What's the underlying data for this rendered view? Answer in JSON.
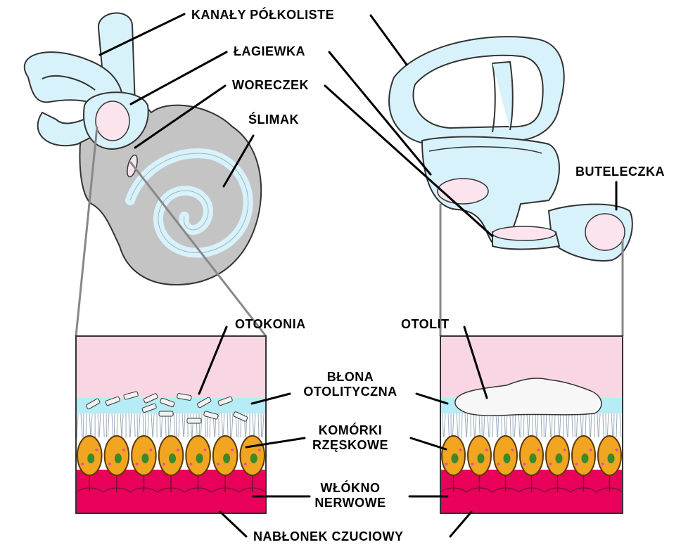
{
  "labels": {
    "semicircular_canals": "KANAŁY PÓŁKOLISTE",
    "utricle": "ŁAGIEWKA",
    "saccule": "WORECZEK",
    "cochlea": "ŚLIMAK",
    "ampulla": "BUTELECZKA",
    "otoconia": "OTOKONIA",
    "otolith": "OTOLIT",
    "otolithic_membrane_line1": "BŁONA",
    "otolithic_membrane_line2": "OTOLITYCZNA",
    "hair_cells_line1": "KOMÓRKI",
    "hair_cells_line2": "RZĘSKOWE",
    "nerve_fiber_line1": "WŁÓKNO",
    "nerve_fiber_line2": "NERWOWE",
    "sensory_epithelium": "NABŁONEK CZUCIOWY"
  },
  "colors": {
    "labyrinth_fill": "#d8f2fb",
    "bone": "#c4c4c4",
    "macula": "#fbe4ee",
    "gel_layer": "#f9d6e3",
    "membrane": "#b5ecf5",
    "hair_cell": "#f2a520",
    "nucleus": "#3a8a2a",
    "epithelium_base": "#e8005a",
    "otolith": "#f7f7f7"
  }
}
